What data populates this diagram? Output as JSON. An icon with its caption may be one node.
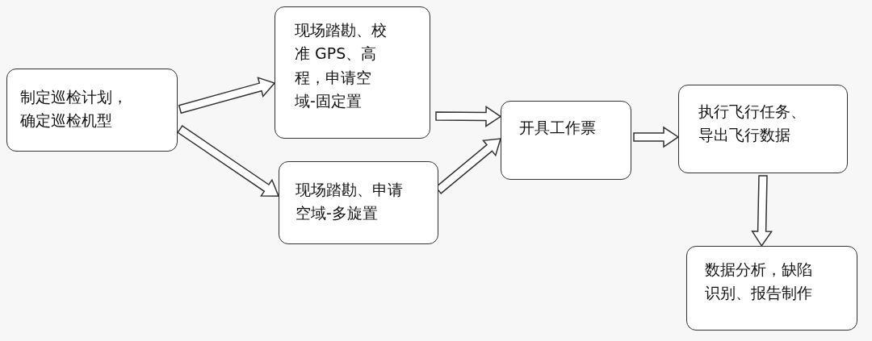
{
  "diagram": {
    "nodes": [
      {
        "text": [
          "制定巡检计划，确定巡检机型"
        ]
      },
      {
        "text": [
          "现场踏勘、校准 GPS、高程，申请空域-固定置"
        ]
      },
      {
        "text": [
          "现场踏勘、申请空域-多旋置"
        ]
      },
      {
        "text": [
          "开具工作票"
        ]
      },
      {
        "text": [
          "执行飞行任务、导出飞行数据"
        ]
      },
      {
        "text": [
          "数据分析，缺陷识别、报告制作"
        ]
      }
    ],
    "edges": [
      {
        "from": 0,
        "to": 1,
        "arrow": "to"
      },
      {
        "from": 0,
        "to": 2,
        "arrow": "to"
      },
      {
        "from": 1,
        "to": 3,
        "arrow": "to"
      },
      {
        "from": 2,
        "to": 3,
        "arrow": "to"
      },
      {
        "from": 3,
        "to": 4,
        "arrow": "to"
      },
      {
        "from": 4,
        "to": 5,
        "arrow": "to"
      }
    ]
  }
}
